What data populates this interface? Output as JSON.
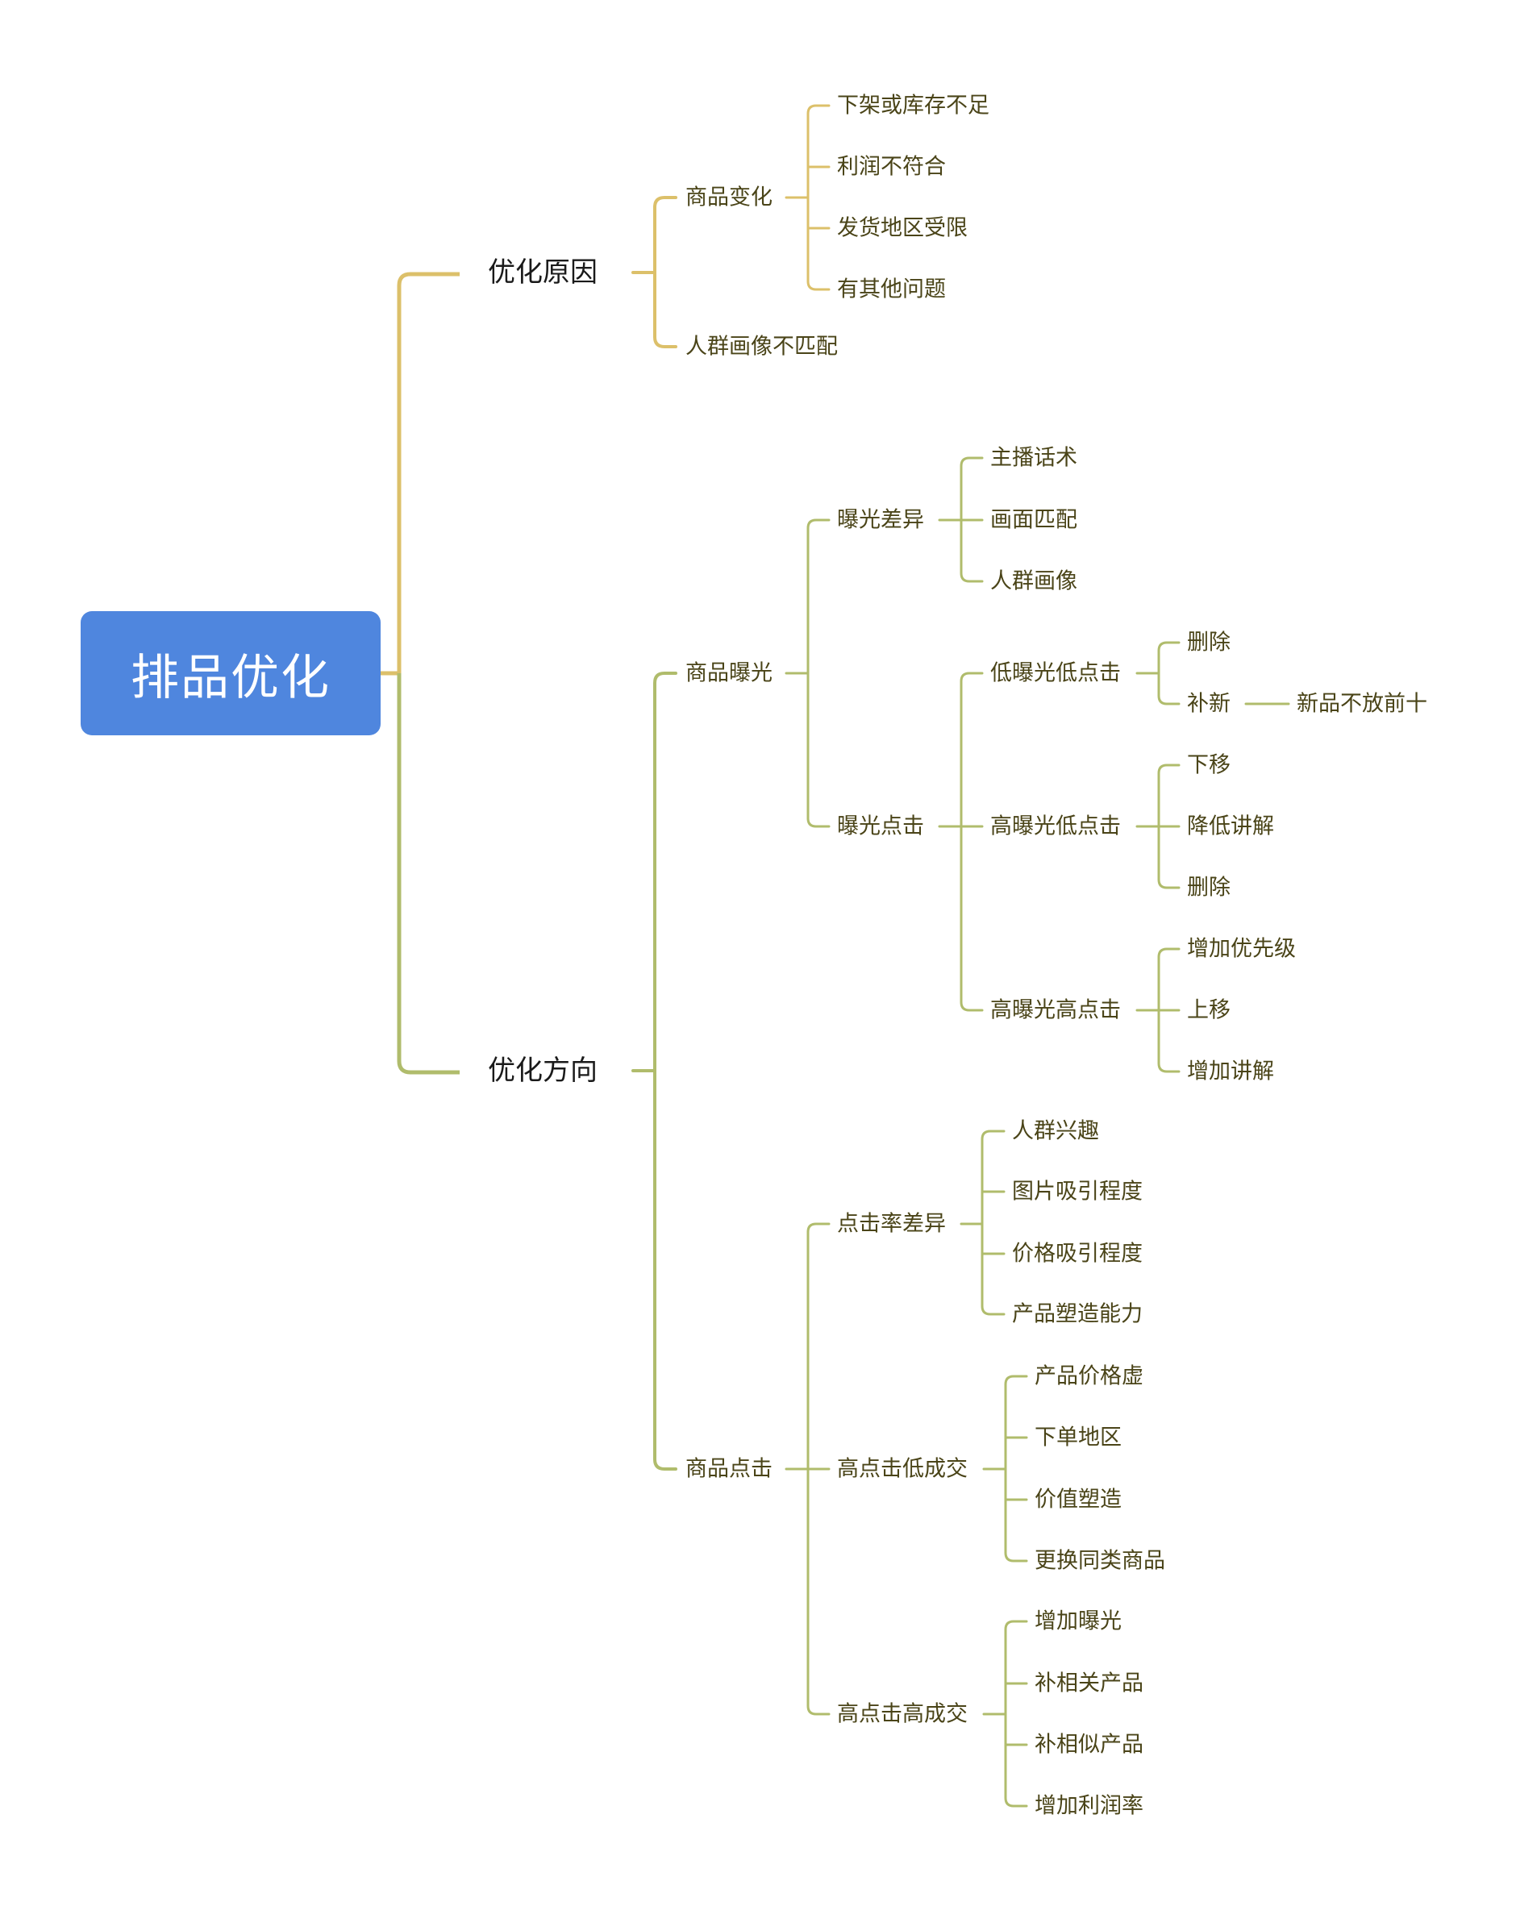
{
  "root": {
    "label": "排品优化",
    "color": "#4f86de"
  },
  "colors": {
    "reason_branch": "#dcc06a",
    "direction_branch": "#b0bc6c",
    "text": "#4a4418",
    "level1_text": "#1a1a1a"
  },
  "branches": {
    "reason": {
      "label": "优化原因",
      "product_change": {
        "label": "商品变化",
        "items": [
          "下架或库存不足",
          "利润不符合",
          "发货地区受限",
          "有其他问题"
        ]
      },
      "audience_mismatch": {
        "label": "人群画像不匹配"
      }
    },
    "direction": {
      "label": "优化方向",
      "exposure": {
        "label": "商品曝光",
        "exposure_diff": {
          "label": "曝光差异",
          "items": [
            "主播话术",
            "画面匹配",
            "人群画像"
          ]
        },
        "exposure_click": {
          "label": "曝光点击",
          "low_low": {
            "label": "低曝光低点击",
            "items": [
              "删除",
              "补新"
            ],
            "new_product_note": "新品不放前十"
          },
          "high_low": {
            "label": "高曝光低点击",
            "items": [
              "下移",
              "降低讲解",
              "删除"
            ]
          },
          "high_high": {
            "label": "高曝光高点击",
            "items": [
              "增加优先级",
              "上移",
              "增加讲解"
            ]
          }
        }
      },
      "click": {
        "label": "商品点击",
        "ctr_diff": {
          "label": "点击率差异",
          "items": [
            "人群兴趣",
            "图片吸引程度",
            "价格吸引程度",
            "产品塑造能力"
          ]
        },
        "high_click_low_deal": {
          "label": "高点击低成交",
          "items": [
            "产品价格虚",
            "下单地区",
            "价值塑造",
            "更换同类商品"
          ]
        },
        "high_click_high_deal": {
          "label": "高点击高成交",
          "items": [
            "增加曝光",
            "补相关产品",
            "补相似产品",
            "增加利润率"
          ]
        }
      }
    }
  }
}
